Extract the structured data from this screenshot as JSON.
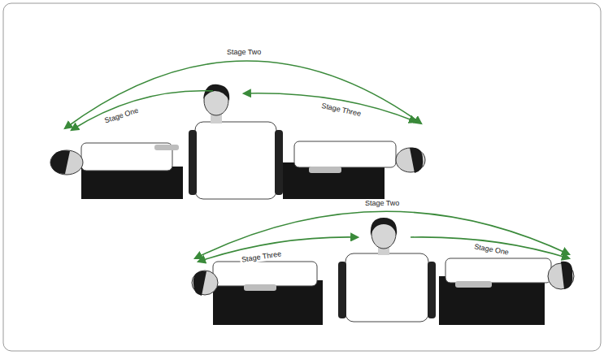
{
  "diagram": {
    "labels": [
      "Stage Two",
      "Stage One",
      "Stage Three",
      "Stage Two",
      "Stage Three",
      "Stage One"
    ]
  }
}
